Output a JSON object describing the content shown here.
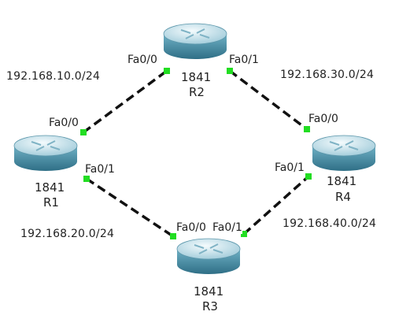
{
  "routers": [
    {
      "id": "R1",
      "model": "1841",
      "name": "R1"
    },
    {
      "id": "R2",
      "model": "1841",
      "name": "R2"
    },
    {
      "id": "R3",
      "model": "1841",
      "name": "R3"
    },
    {
      "id": "R4",
      "model": "1841",
      "name": "R4"
    }
  ],
  "links": [
    {
      "network": "192.168.10.0/24",
      "a": {
        "router": "R1",
        "port": "Fa0/0"
      },
      "b": {
        "router": "R2",
        "port": "Fa0/0"
      }
    },
    {
      "network": "192.168.30.0/24",
      "a": {
        "router": "R2",
        "port": "Fa0/1"
      },
      "b": {
        "router": "R4",
        "port": "Fa0/0"
      }
    },
    {
      "network": "192.168.20.0/24",
      "a": {
        "router": "R1",
        "port": "Fa0/1"
      },
      "b": {
        "router": "R3",
        "port": "Fa0/0"
      }
    },
    {
      "network": "192.168.40.0/24",
      "a": {
        "router": "R3",
        "port": "Fa0/1"
      },
      "b": {
        "router": "R4",
        "port": "Fa0/1"
      }
    }
  ],
  "colors": {
    "link": "#111111",
    "port_up": "#22dd22",
    "router_top": "#d8eef5",
    "router_side": "#4f8fa6"
  },
  "icons": {
    "router": "router-icon"
  }
}
